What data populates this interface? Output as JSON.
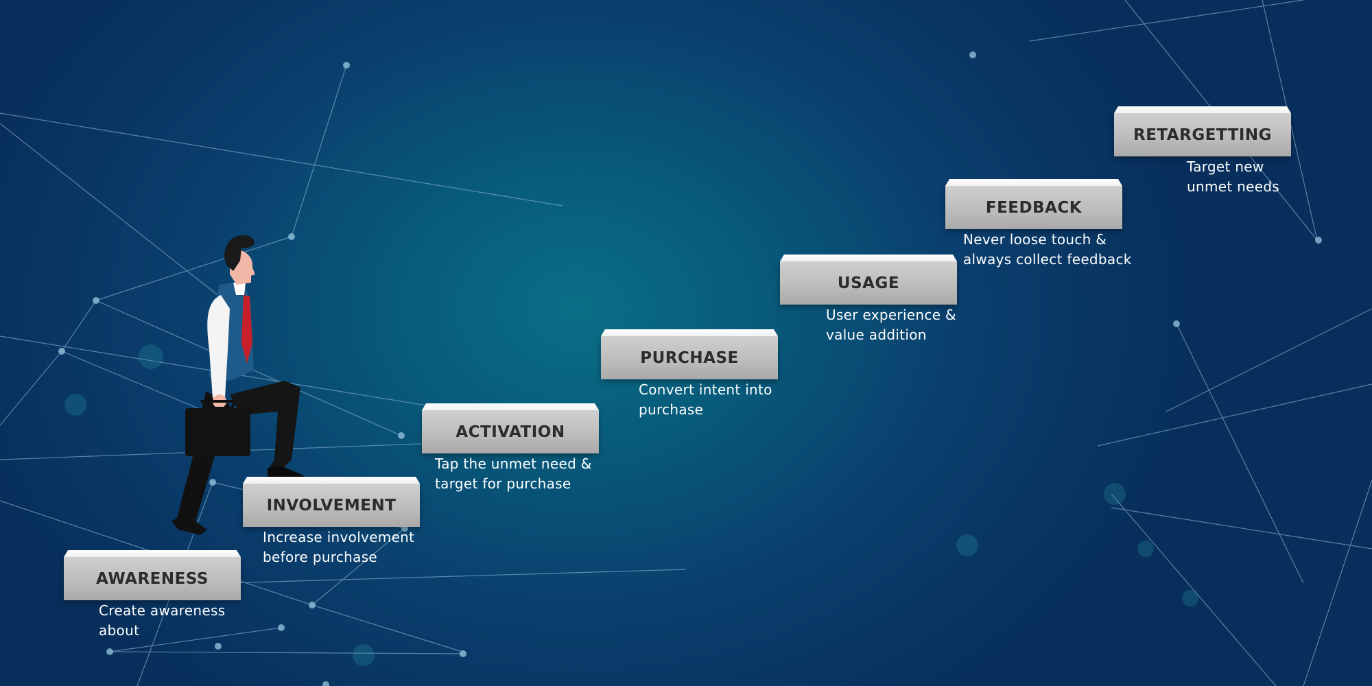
{
  "steps": [
    {
      "label": "AWARENESS",
      "desc": [
        "Create awareness",
        "about"
      ]
    },
    {
      "label": "INVOLVEMENT",
      "desc": [
        "Increase involvement",
        "before purchase"
      ]
    },
    {
      "label": "ACTIVATION",
      "desc": [
        "Tap the unmet need &",
        "target for purchase"
      ]
    },
    {
      "label": "PURCHASE",
      "desc": [
        "Convert intent into",
        "purchase"
      ]
    },
    {
      "label": "USAGE",
      "desc": [
        "User experience &",
        "value addition"
      ]
    },
    {
      "label": "FEEDBACK",
      "desc": [
        "Never loose touch &",
        "always collect feedback"
      ]
    },
    {
      "label": "RETARGETTING",
      "desc": [
        "Target new",
        "unmet needs"
      ]
    }
  ],
  "colors": {
    "background": "#0a4a72",
    "block": "#bdbdbd",
    "label": "#2c2c2c",
    "text": "#ffffff"
  },
  "icons": [
    "businessman-walking-icon",
    "briefcase-icon"
  ]
}
